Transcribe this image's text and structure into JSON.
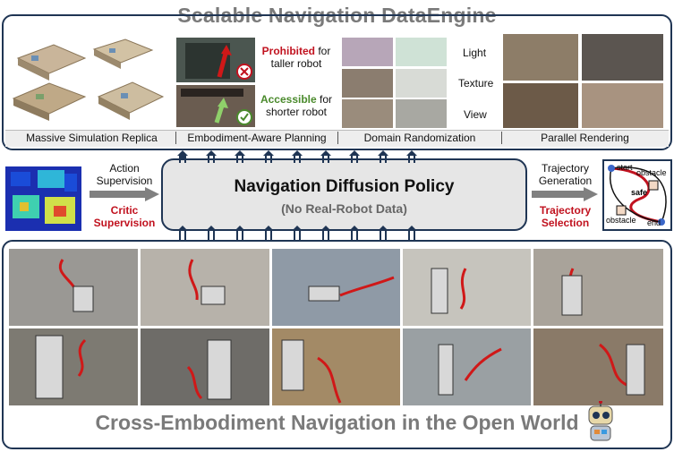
{
  "top_title": "Scalable Navigation DataEngine",
  "bottom_title": "Cross-Embodiment Navigation in the Open World",
  "captions": [
    "Massive Simulation Replica",
    "Embodiment-Aware Planning",
    "Domain Randomization",
    "Parallel Rendering"
  ],
  "planning": {
    "prohibited_word": "Prohibited",
    "prohibited_rest": " for",
    "prohibited_line2": "taller robot",
    "accessible_word": "Accessible",
    "accessible_rest": " for",
    "accessible_line2": "shorter robot"
  },
  "randomization_labels": [
    "Light",
    "Texture",
    "View"
  ],
  "left_flow": {
    "action_line1": "Action",
    "action_line2": "Supervision",
    "critic_line1": "Critic",
    "critic_line2": "Supervision"
  },
  "policy": {
    "title": "Navigation Diffusion Policy",
    "subtitle": "(No Real-Robot Data)"
  },
  "right_flow": {
    "traj_line1": "Trajectory",
    "traj_line2": "Generation",
    "sel_line1": "Trajectory",
    "sel_line2": "Selection"
  },
  "trajectory_diagram": {
    "start": "start",
    "obstacle_top": "obstacle",
    "safe": "safe",
    "obstacle_bottom": "obstacle",
    "end": "end"
  },
  "colors": {
    "navy": "#1f3554",
    "red": "#c1121f",
    "green": "#4a8a2c",
    "title_gray": "#7a7a7a"
  }
}
